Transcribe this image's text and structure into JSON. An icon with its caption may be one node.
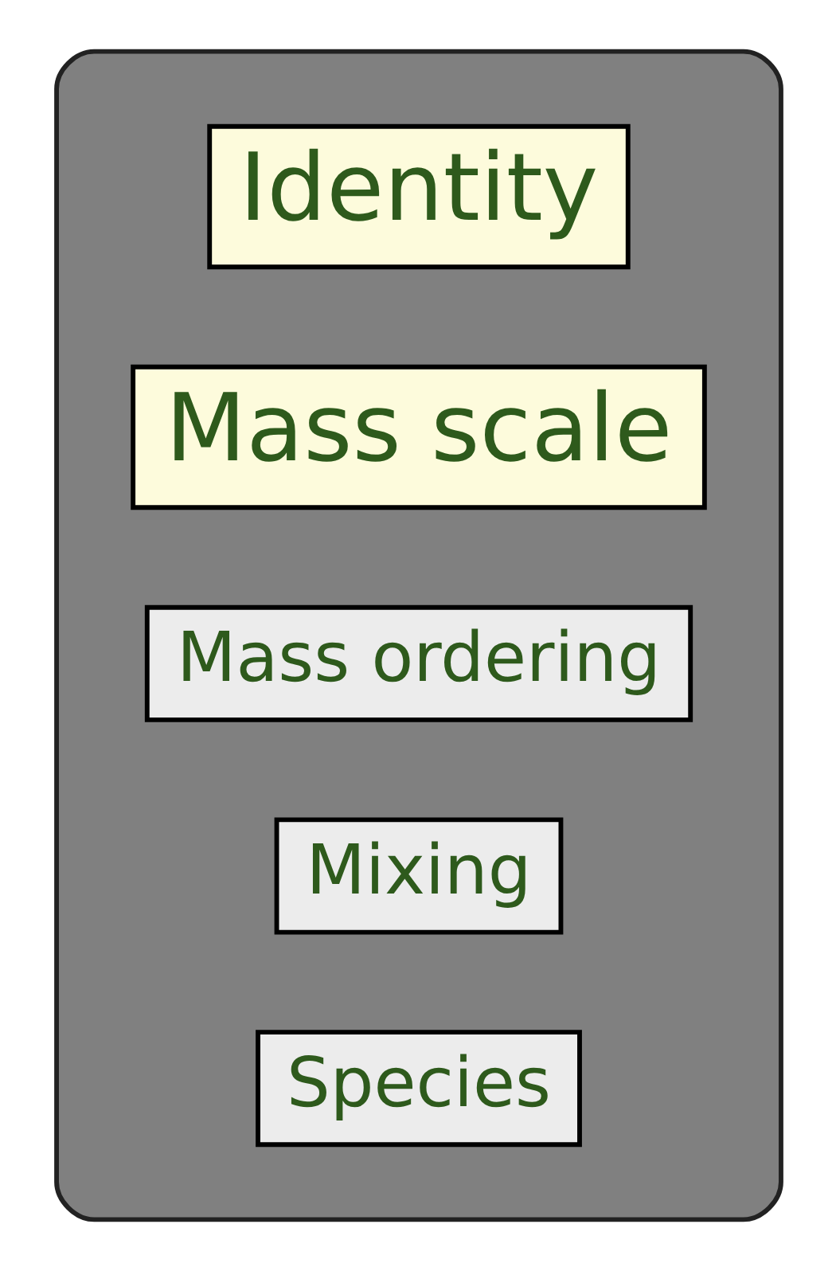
{
  "diagram": {
    "nodes": [
      {
        "text": [],
        "shape": "box"
      },
      {
        "text": [
          "Identity"
        ],
        "in": 0
      },
      {
        "text": [
          "Mass scale"
        ],
        "in": 0
      },
      {
        "text": [
          "Mass ordering"
        ],
        "in": 0
      },
      {
        "text": [
          "Mixing"
        ],
        "in": 0
      },
      {
        "text": [
          "Species"
        ],
        "in": 0
      }
    ],
    "edges": []
  }
}
